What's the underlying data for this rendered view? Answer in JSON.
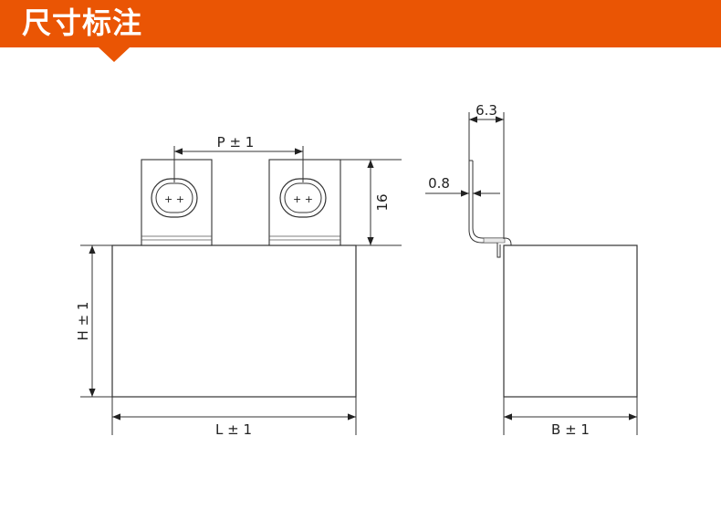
{
  "header": {
    "title": "尺寸标注",
    "color": "#ea5504"
  },
  "dimensions": {
    "pitch": "P ± 1",
    "terminal_height": "16",
    "height": "H ± 1",
    "length": "L ± 1",
    "tab_width": "6.3",
    "tab_thickness": "0.8",
    "width": "B ± 1"
  },
  "terminal_marks": [
    "+ +",
    "+ +"
  ]
}
